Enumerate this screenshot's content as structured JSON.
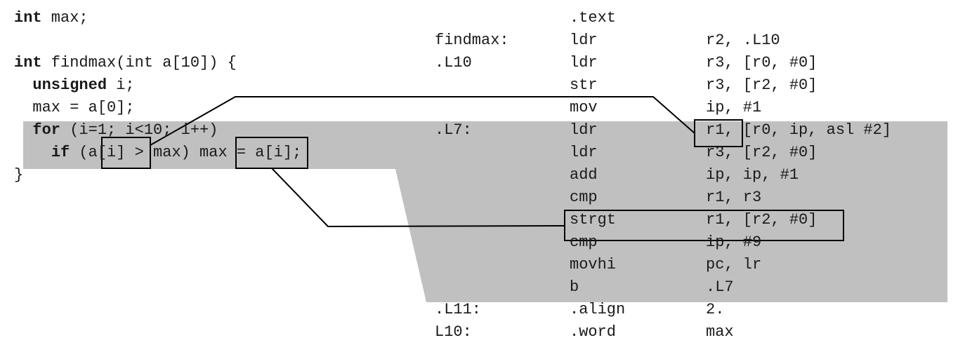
{
  "source": {
    "lines": [
      [
        {
          "kw": true,
          "t": "int"
        },
        {
          "t": " max;"
        }
      ],
      [
        {
          "t": ""
        }
      ],
      [
        {
          "kw": true,
          "t": "int"
        },
        {
          "t": " findmax(int a[10]) {"
        }
      ],
      [
        {
          "t": "  "
        },
        {
          "kw": true,
          "t": "unsigned"
        },
        {
          "t": " i;"
        }
      ],
      [
        {
          "t": "  max = a[0];"
        }
      ],
      [
        {
          "t": "  "
        },
        {
          "kw": true,
          "t": "for"
        },
        {
          "t": " (i=1; i<10; i++)"
        }
      ],
      [
        {
          "t": "    "
        },
        {
          "kw": true,
          "t": "if"
        },
        {
          "t": " (a[i] > max) max = a[i];"
        }
      ],
      [
        {
          "t": "}"
        }
      ]
    ]
  },
  "assembly": {
    "rows": [
      {
        "label": "",
        "op": ".text",
        "args": ""
      },
      {
        "label": "findmax:",
        "op": "ldr",
        "args": "r2, .L10"
      },
      {
        "label": ".L10",
        "op": "ldr",
        "args": "r3, [r0, #0]"
      },
      {
        "label": "",
        "op": "str",
        "args": "r3, [r2, #0]"
      },
      {
        "label": "",
        "op": "mov",
        "args": "ip, #1"
      },
      {
        "label": ".L7:",
        "op": "ldr",
        "args": "r1, [r0, ip, asl #2]"
      },
      {
        "label": "",
        "op": "ldr",
        "args": "r3, [r2, #0]"
      },
      {
        "label": "",
        "op": "add",
        "args": "ip, ip, #1"
      },
      {
        "label": "",
        "op": "cmp",
        "args": "r1, r3"
      },
      {
        "label": "",
        "op": "strgt",
        "args": "r1, [r2, #0]"
      },
      {
        "label": "",
        "op": "cmp",
        "args": "ip, #9"
      },
      {
        "label": "",
        "op": "movhi",
        "args": "pc, lr"
      },
      {
        "label": "",
        "op": "b",
        "args": ".L7"
      },
      {
        "label": ".L11:",
        "op": ".align",
        "args": "2."
      },
      {
        "label": "L10:",
        "op": ".word",
        "args": "max"
      }
    ]
  },
  "colors": {
    "loop_highlight": "#c0c0c0",
    "text": "#1a1a1a",
    "box": "#000000"
  }
}
